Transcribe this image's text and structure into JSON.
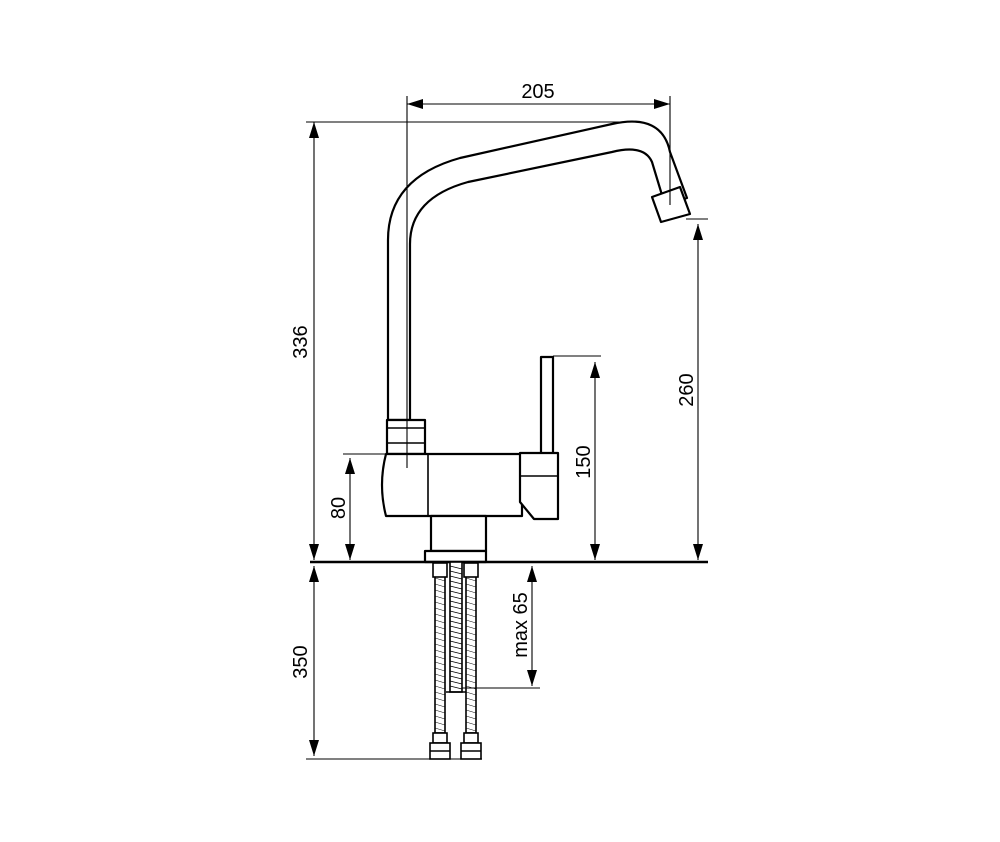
{
  "dimensions": {
    "width_205": "205",
    "height_336": "336",
    "spout_260": "260",
    "lever_150": "150",
    "body_80": "80",
    "hose_350": "350",
    "thickness_max65": "max 65"
  }
}
